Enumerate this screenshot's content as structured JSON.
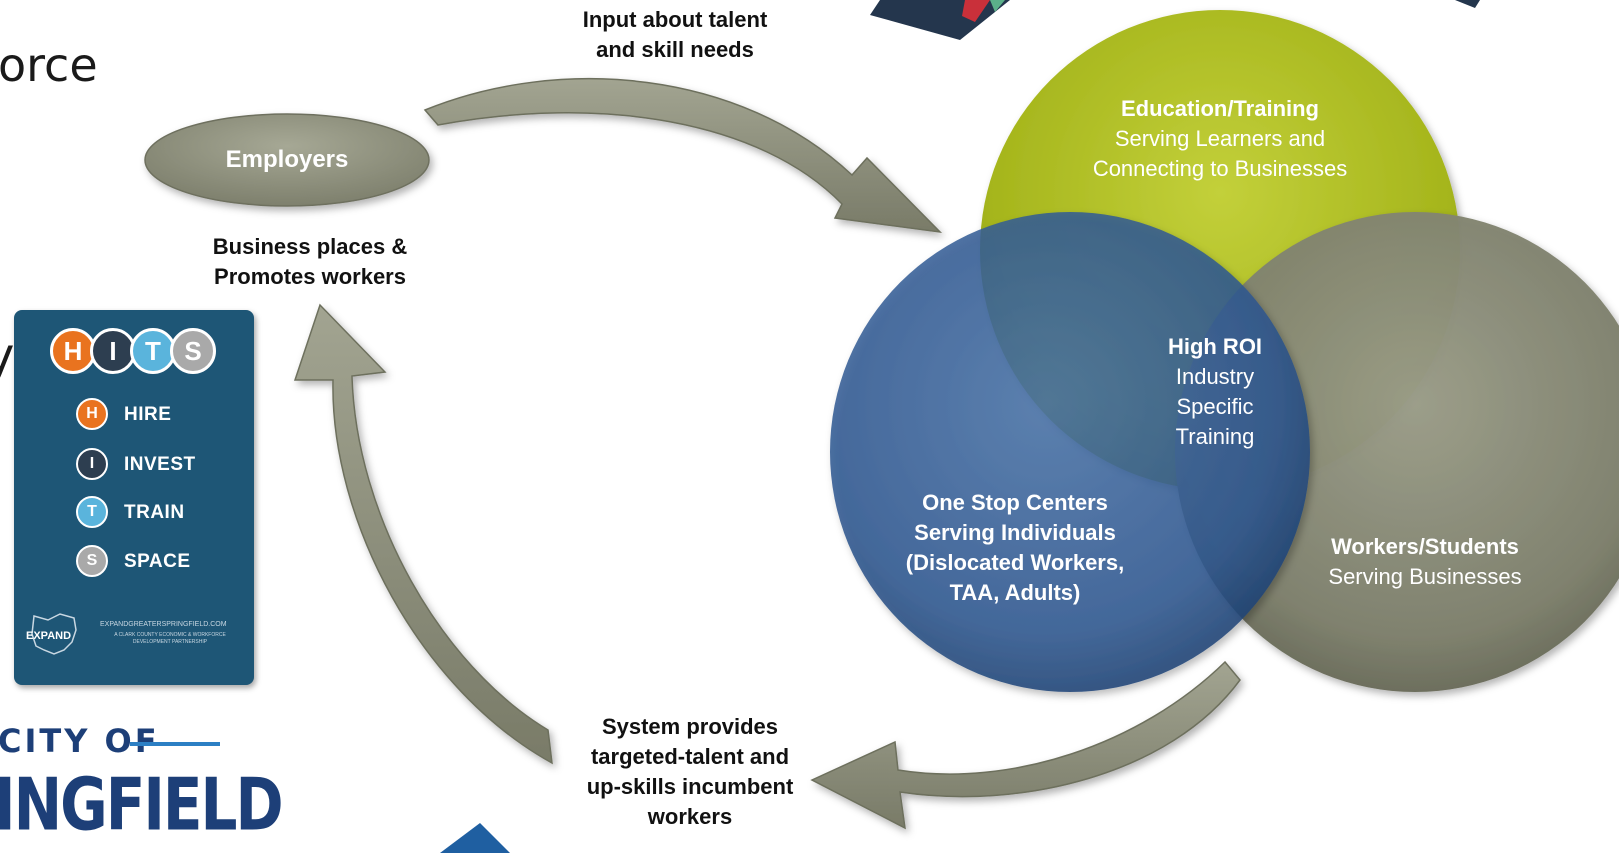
{
  "left_partial": {
    "line1": "orce",
    "line2": "y"
  },
  "employers": {
    "oval_label": "Employers",
    "caption_line1": "Business places &",
    "caption_line2": "Promotes workers"
  },
  "arrows": {
    "top_label_line1": "Input about talent",
    "top_label_line2": "and skill needs",
    "bottom_label_line1": "System provides",
    "bottom_label_line2": "targeted-talent and",
    "bottom_label_line3": "up-skills incumbent",
    "bottom_label_line4": "workers"
  },
  "venn": {
    "education_title": "Education/Training",
    "education_line1": "Serving Learners and",
    "education_line2": "Connecting to Businesses",
    "onestop_line1": "One Stop Centers",
    "onestop_line2": "Serving Individuals",
    "onestop_line3": "(Dislocated Workers,",
    "onestop_line4": "TAA, Adults)",
    "workers_title": "Workers/Students",
    "workers_line1": "Serving Businesses",
    "center_title": "High ROI",
    "center_line1": "Industry",
    "center_line2": "Specific",
    "center_line3": "Training"
  },
  "hits_card": {
    "letters": [
      "H",
      "I",
      "T",
      "S"
    ],
    "items": [
      {
        "letter": "H",
        "label": "HIRE"
      },
      {
        "letter": "I",
        "label": "INVEST"
      },
      {
        "letter": "T",
        "label": "TRAIN"
      },
      {
        "letter": "S",
        "label": "SPACE"
      }
    ],
    "logo_word": "EXPAND",
    "website": "EXPANDGREATERSPRINGFIELD.COM",
    "tagline_line1": "A CLARK COUNTY ECONOMIC & WORKFORCE",
    "tagline_line2": "DEVELOPMENT PARTNERSHIP"
  },
  "city_logo": {
    "line1": "CITY OF",
    "line2": "INGFIELD"
  },
  "colors": {
    "education": "#a9b81f",
    "onestop": "#2f578f",
    "workers": "#7f8170",
    "arrow": "#8b8d7a",
    "oval": "#8d8f7e",
    "card_bg": "#1e5676",
    "hire": "#e9731f",
    "invest": "#2d3e50",
    "train": "#5ab4dc",
    "space": "#a9a9a9",
    "city_blue": "#1d3f78"
  }
}
